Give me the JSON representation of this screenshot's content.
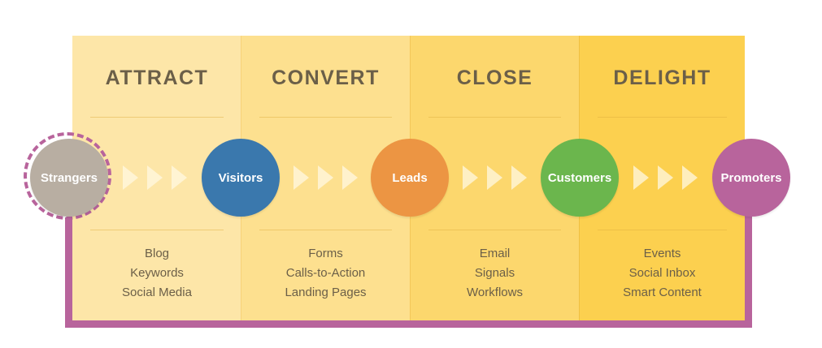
{
  "stages": [
    {
      "title": "ATTRACT",
      "tools": [
        "Blog",
        "Keywords",
        "Social Media"
      ]
    },
    {
      "title": "CONVERT",
      "tools": [
        "Forms",
        "Calls-to-Action",
        "Landing Pages"
      ]
    },
    {
      "title": "CLOSE",
      "tools": [
        "Email",
        "Signals",
        "Workflows"
      ]
    },
    {
      "title": "DELIGHT",
      "tools": [
        "Events",
        "Social Inbox",
        "Smart Content"
      ]
    }
  ],
  "people": [
    {
      "label": "Strangers",
      "color": "#b8aea2"
    },
    {
      "label": "Visitors",
      "color": "#3a78ad"
    },
    {
      "label": "Leads",
      "color": "#ec9543"
    },
    {
      "label": "Customers",
      "color": "#6bb64d"
    },
    {
      "label": "Promoters",
      "color": "#b8649c"
    }
  ],
  "colors": {
    "loop": "#b8649c",
    "stage_backgrounds": [
      "#fde6a8",
      "#fde08f",
      "#fcd76d",
      "#fcd04f"
    ],
    "text": "#6b5f48"
  }
}
